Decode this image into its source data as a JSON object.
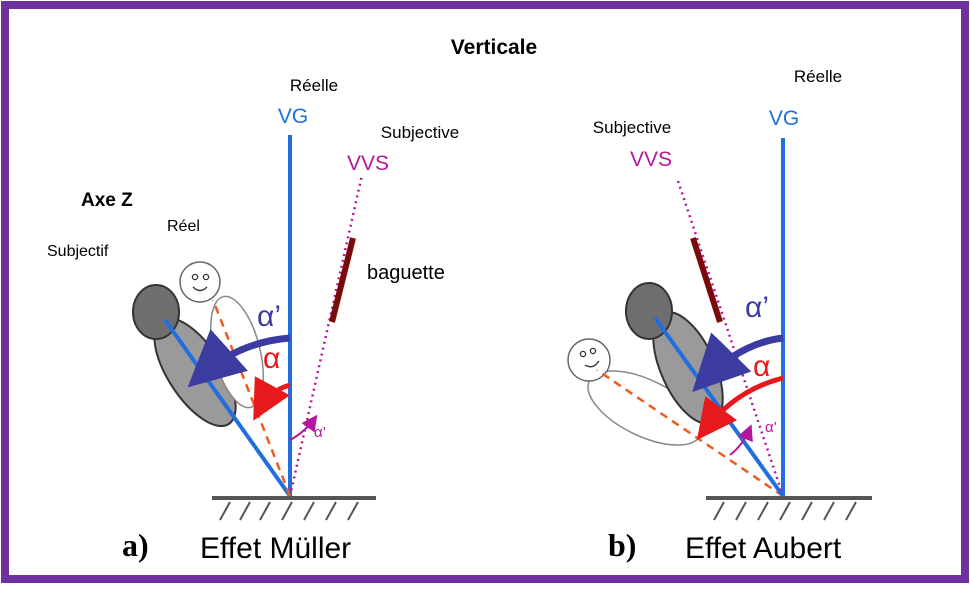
{
  "colors": {
    "frame": "#7030a0",
    "vertical_blue": "#1f6fe0",
    "subjective_magenta": "#b4179e",
    "alpha_prime_arrow": "#3b3ba0",
    "alpha_red": "#e8191c",
    "rod_darkred": "#7a0a0a",
    "body_dashed": "#f05a1e",
    "figure_grey": "#9a9a9a"
  },
  "title": "Verticale",
  "panel_a": {
    "label": "a)",
    "effect": "Effet Müller",
    "reelle": "Réelle",
    "vg": "VG",
    "subjective": "Subjective",
    "vvs": "VVS",
    "axe_z": "Axe Z",
    "reel": "Réel",
    "subjectif": "Subjectif",
    "baguette": "baguette",
    "alpha_prime": "α’",
    "alpha": "α",
    "alpha_prime_small": "α’"
  },
  "panel_b": {
    "label": "b)",
    "effect": "Effet Aubert",
    "reelle": "Réelle",
    "vg": "VG",
    "subjective": "Subjective",
    "vvs": "VVS",
    "alpha_prime": "α’",
    "alpha": "α",
    "alpha_prime_small": "α’"
  },
  "icons": [
    "tilted-body-figure",
    "smiley-head-figure",
    "ground-hatch"
  ]
}
